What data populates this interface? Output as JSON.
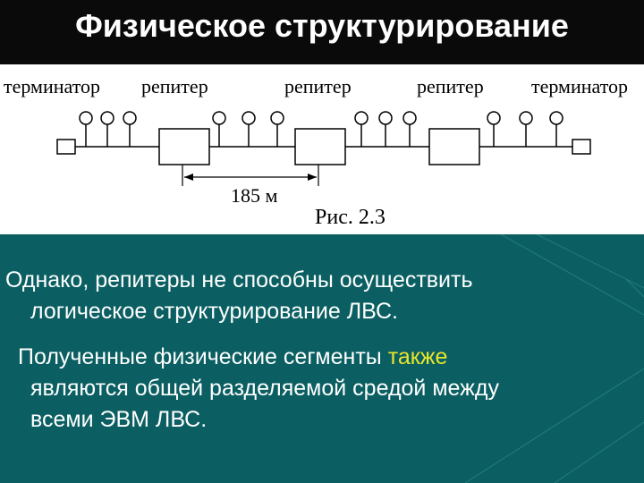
{
  "title": "Физическое структурирование",
  "figure": {
    "labels": {
      "terminator_left": "терминатор",
      "repeater_1": "репитер",
      "repeater_2": "репитер",
      "repeater_3": "репитер",
      "terminator_right": "терминатор"
    },
    "distance": "185 м",
    "caption": "Рис. 2.3"
  },
  "text": {
    "p1_line1": "Однако, репитеры не способны осуществить",
    "p1_line2": "логическое структурирование ЛВС.",
    "p2_line1_a": "Полученные физические сегменты ",
    "p2_line1_b": "также",
    "p2_line2": "являются общей разделяемой средой между",
    "p2_line3": "всеми ЭВМ ЛВС."
  },
  "colors": {
    "background": "#0b5f62",
    "title_bar": "#0a0a0a",
    "highlight": "#e8e62a"
  }
}
